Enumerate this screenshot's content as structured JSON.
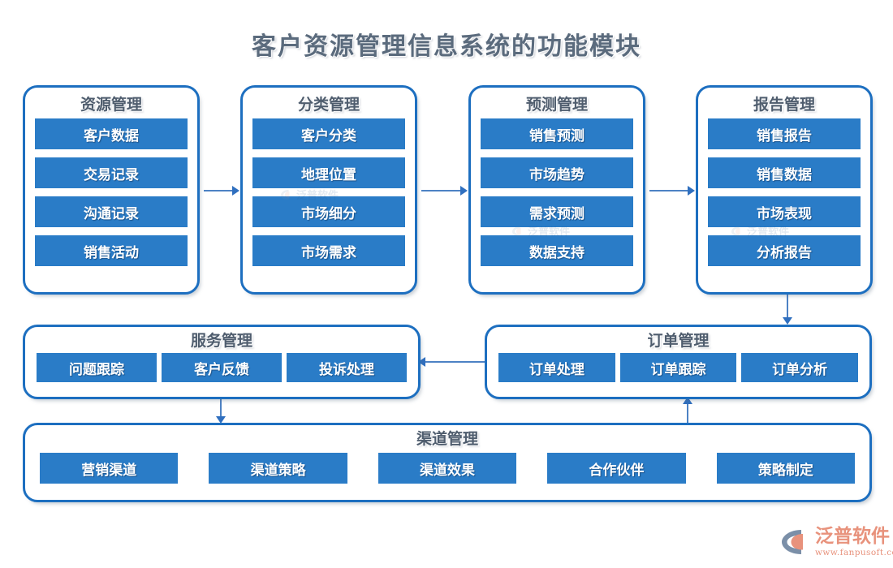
{
  "page": {
    "title": "客户资源管理信息系统的功能模块",
    "background_color": "#ffffff",
    "accent_color": "#2a7cc7",
    "border_color": "#1d6fc0",
    "title_color": "#5b6b7d",
    "connector_color": "#4d82c4"
  },
  "modules": {
    "resource": {
      "title": "资源管理",
      "items": [
        "客户数据",
        "交易记录",
        "沟通记录",
        "销售活动"
      ]
    },
    "category": {
      "title": "分类管理",
      "items": [
        "客户分类",
        "地理位置",
        "市场细分",
        "市场需求"
      ]
    },
    "forecast": {
      "title": "预测管理",
      "items": [
        "销售预测",
        "市场趋势",
        "需求预测",
        "数据支持"
      ]
    },
    "report": {
      "title": "报告管理",
      "items": [
        "销售报告",
        "销售数据",
        "市场表现",
        "分析报告"
      ]
    },
    "service": {
      "title": "服务管理",
      "items": [
        "问题跟踪",
        "客户反馈",
        "投诉处理"
      ]
    },
    "order": {
      "title": "订单管理",
      "items": [
        "订单处理",
        "订单跟踪",
        "订单分析"
      ]
    },
    "channel": {
      "title": "渠道管理",
      "items": [
        "营销渠道",
        "渠道策略",
        "渠道效果",
        "合作伙伴",
        "策略制定"
      ]
    }
  },
  "watermark": {
    "text": "泛普软件"
  },
  "logo": {
    "name": "泛普软件",
    "url": "www.fanpusoft.com",
    "mark_color": "#7b8fa8",
    "accent_color": "#e8927c",
    "text_color": "#e8927c"
  }
}
